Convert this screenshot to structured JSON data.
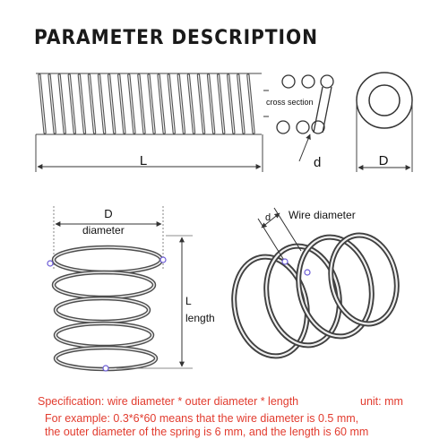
{
  "title": "PARAMETER DESCRIPTION",
  "diagram": {
    "label_L_top": "L",
    "label_cross_section": "cross section",
    "label_d_small": "d",
    "label_D_ring": "D",
    "label_D_left": "D",
    "label_diameter": "diameter",
    "label_L_left": "L",
    "label_length": "length",
    "label_d_right": "d",
    "label_wire_diameter": "Wire diameter"
  },
  "notes": {
    "specification": "Specification: wire diameter * outer diameter * length",
    "unit": "unit: mm",
    "example_line1": "For example: 0.3*6*60 means that the wire diameter is 0.5 mm,",
    "example_line2": "the outer diameter of the spring is 6 mm, and the length is 60 mm"
  },
  "colors": {
    "note_red": "#e23b2e",
    "line_dark": "#333333",
    "marker_purple": "#6b5bd6",
    "steel_light": "#e8e8e8",
    "steel_dark": "#5a5a5a"
  }
}
